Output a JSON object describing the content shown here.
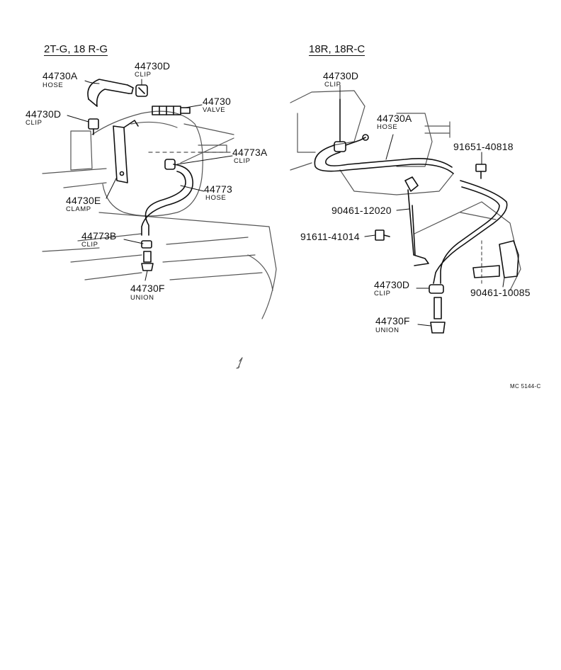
{
  "colors": {
    "ink": "#111111",
    "paper": "#ffffff",
    "sketch": "#555555"
  },
  "left": {
    "title": "2T-G, 18 R-G",
    "labels": [
      {
        "id": "l-44730a",
        "number": "44730A",
        "desc": "HOSE"
      },
      {
        "id": "l-44730d-top",
        "number": "44730D",
        "desc": "CLIP"
      },
      {
        "id": "l-44730d",
        "number": "44730D",
        "desc": "CLIP"
      },
      {
        "id": "l-44730",
        "number": "44730",
        "desc": "VALVE"
      },
      {
        "id": "l-44773a",
        "number": "44773A",
        "desc": "CLIP"
      },
      {
        "id": "l-44773",
        "number": "44773",
        "desc": "HOSE"
      },
      {
        "id": "l-44730e",
        "number": "44730E",
        "desc": "CLAMP"
      },
      {
        "id": "l-44773b",
        "number": "44773B",
        "desc": "CLIP"
      },
      {
        "id": "l-44730f",
        "number": "44730F",
        "desc": "UNION"
      }
    ]
  },
  "right": {
    "title": "18R, 18R-C",
    "labels": [
      {
        "id": "r-44730d-top",
        "number": "44730D",
        "desc": "CLIP"
      },
      {
        "id": "r-44730a",
        "number": "44730A",
        "desc": "HOSE"
      },
      {
        "id": "r-91651",
        "number": "91651-40818",
        "desc": ""
      },
      {
        "id": "r-90461-12020",
        "number": "90461-12020",
        "desc": ""
      },
      {
        "id": "r-91611",
        "number": "91611-41014",
        "desc": ""
      },
      {
        "id": "r-44730d",
        "number": "44730D",
        "desc": "CLIP"
      },
      {
        "id": "r-90461-10085",
        "number": "90461-10085",
        "desc": ""
      },
      {
        "id": "r-44730f",
        "number": "44730F",
        "desc": "UNION"
      }
    ]
  },
  "footer_code": "MC  5144-C"
}
